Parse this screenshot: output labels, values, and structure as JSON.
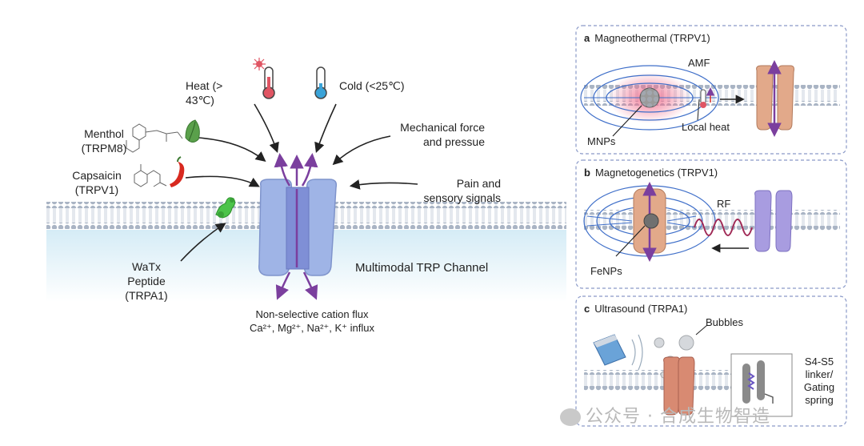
{
  "stimuli": {
    "heat": [
      "Heat (>",
      "43℃)"
    ],
    "cold": "Cold (<25℃)",
    "menthol": [
      "Menthol",
      "(TRPM8)"
    ],
    "capsaicin": [
      "Capsaicin",
      "(TRPV1)"
    ],
    "mechanical": [
      "Mechanical force",
      "and pressue"
    ],
    "pain": [
      "Pain and",
      "sensory signals"
    ],
    "watx": [
      "WaTx",
      "Peptide",
      "(TRPA1)"
    ]
  },
  "channel_label": "Multimodal TRP Channel",
  "flux": {
    "line1": "Non-selective cation flux",
    "line2": "Ca²⁺, Mg²⁺, Na²⁺, K⁺ influx"
  },
  "panels": {
    "a": {
      "letter": "a",
      "title": "Magneothermal (TRPV1)",
      "amf": "AMF",
      "mnps": "MNPs",
      "local_heat": "Local heat"
    },
    "b": {
      "letter": "b",
      "title": "Magnetogenetics (TRPV1)",
      "rf": "RF",
      "fenps": "FeNPs"
    },
    "c": {
      "letter": "c",
      "title": "Ultrasound (TRPA1)",
      "bubbles": "Bubbles",
      "linker": [
        "S4-S5",
        "linker/",
        "Gating",
        "spring"
      ]
    }
  },
  "watermark": "公众号 · 合成生物智造",
  "colors": {
    "membrane_head": "#a9b4c4",
    "channel_blue": "#9fb4e6",
    "channel_orange": "#e2a98a",
    "channel_purple": "#a89ce0",
    "arrow_purple": "#7b3f9e",
    "field_blue": "#3f6fc9",
    "panel_border": "#8a99c8"
  }
}
